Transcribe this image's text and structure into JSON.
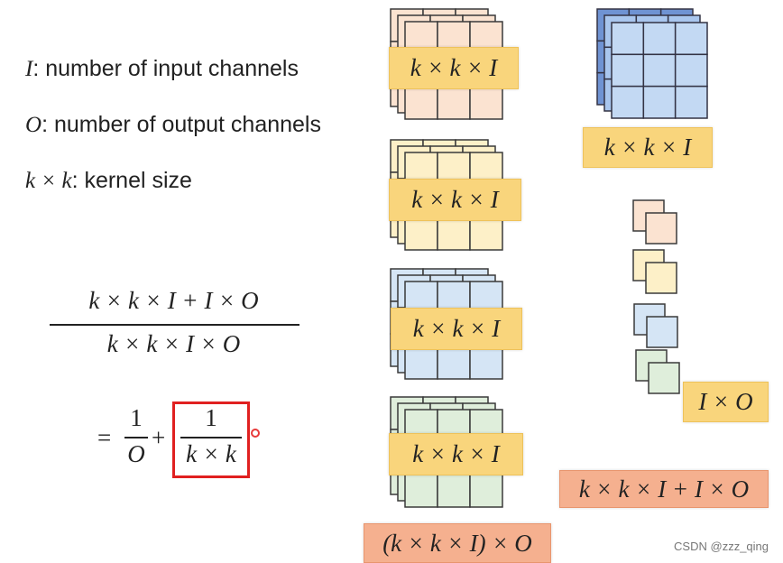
{
  "definitions": {
    "input_symbol": "I",
    "input_text": ": number of input channels",
    "output_symbol": "O",
    "output_text": ": number of output channels",
    "kernel_symbol": "k × k",
    "kernel_text": ": kernel size"
  },
  "formula": {
    "numerator": "k × k × I + I × O",
    "denominator": "k × k × I × O",
    "equals": "=",
    "term1_num": "1",
    "term1_den": "O",
    "plus": "+",
    "term2_num": "1",
    "term2_den": "k × k"
  },
  "left_filters": {
    "labels": [
      "k × k × I",
      "k × k × I",
      "k × k × I",
      "k × k × I"
    ],
    "total_label": "(k × k × I) × O"
  },
  "right_filters": {
    "depthwise_label": "k × k × I",
    "pointwise_label": "I × O",
    "total_label": "k × k × I + I × O"
  },
  "colors": {
    "orange_fill": "#fbe3d1",
    "yellow_fill": "#fdf0c8",
    "blue_fill": "#d5e5f5",
    "green_fill": "#dfeedb",
    "dark_blue_fill": "#6f93d3",
    "label_yellow": "#f9d57c",
    "label_salmon": "#f5b08f",
    "highlight_red": "#e02020"
  },
  "watermark": "CSDN @zzz_qing"
}
